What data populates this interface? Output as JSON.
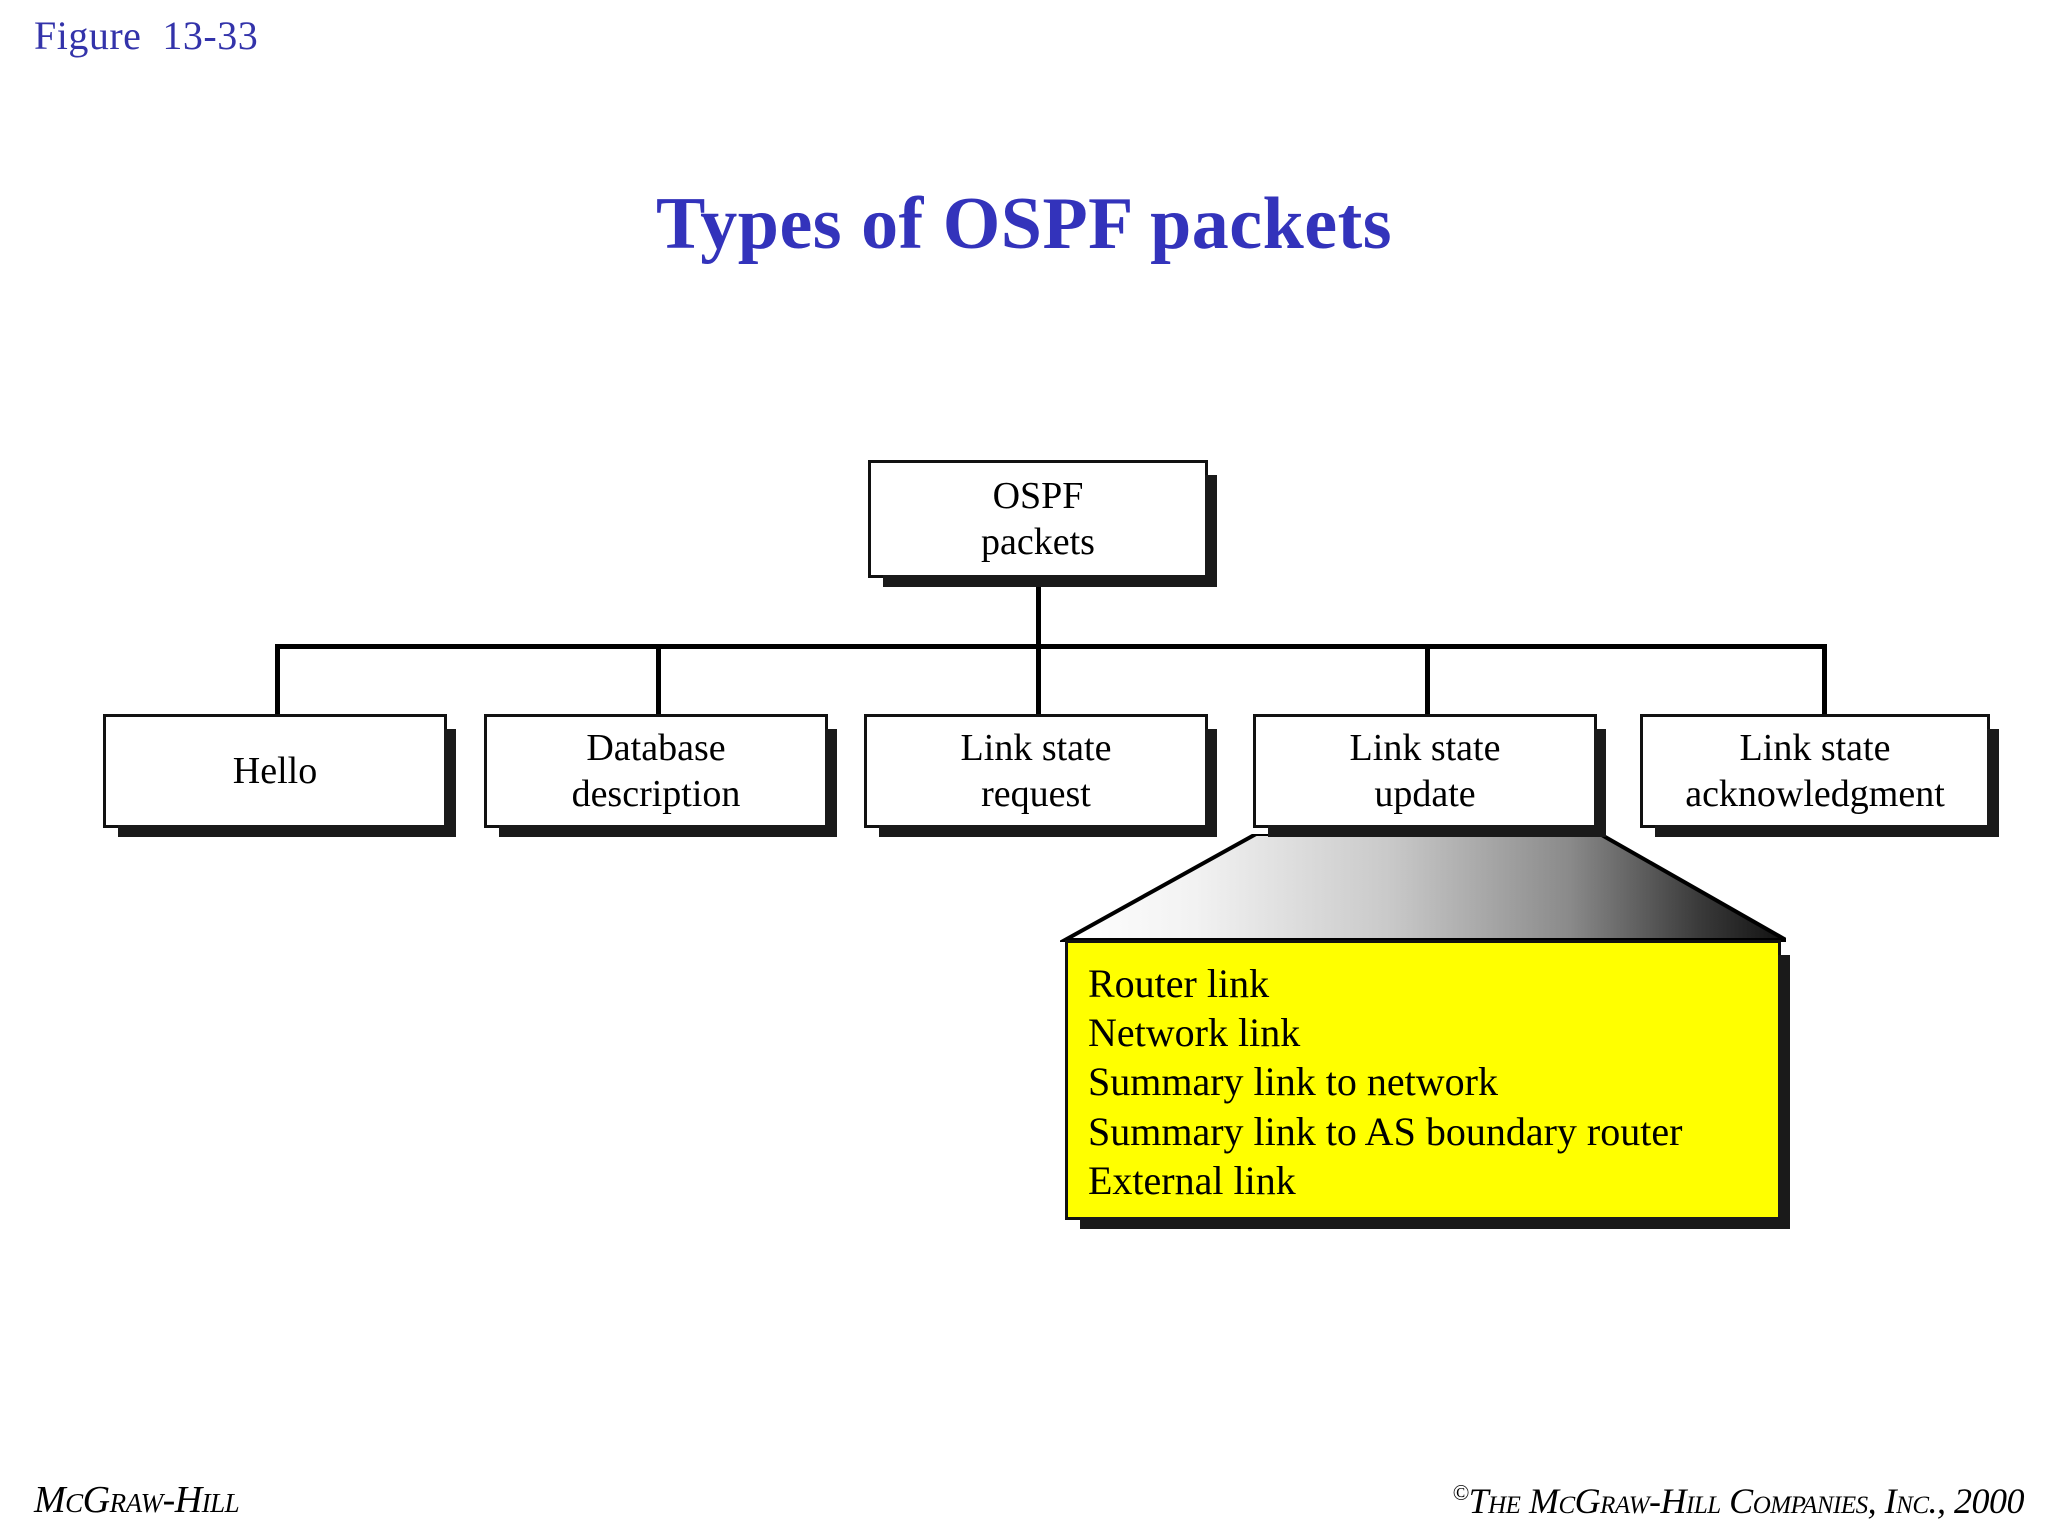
{
  "figure": {
    "label": "Figure  13-33"
  },
  "title": {
    "text": "Types of OSPF packets"
  },
  "colors": {
    "title_blue": "#3333bb",
    "figure_blue": "#3333aa",
    "callout_yellow": "#ffff00",
    "box_border": "#111111",
    "shadow": "#1a1a1a"
  },
  "diagram": {
    "type": "tree",
    "root": {
      "lines": [
        "OSPF",
        "packets"
      ]
    },
    "children": [
      {
        "lines": [
          "Hello"
        ]
      },
      {
        "lines": [
          "Database",
          "description"
        ]
      },
      {
        "lines": [
          "Link state",
          "request"
        ]
      },
      {
        "lines": [
          "Link state",
          "update"
        ]
      },
      {
        "lines": [
          "Link state",
          "acknowledgment"
        ]
      }
    ],
    "callout": {
      "source": "Link state update",
      "items": [
        "Router link",
        "Network link",
        "Summary link to network",
        "Summary link to AS boundary router",
        "External link"
      ]
    }
  },
  "footer": {
    "left": "McGraw-Hill",
    "copyright_mark": "©",
    "right": "The McGraw-Hill Companies, Inc., 2000"
  }
}
